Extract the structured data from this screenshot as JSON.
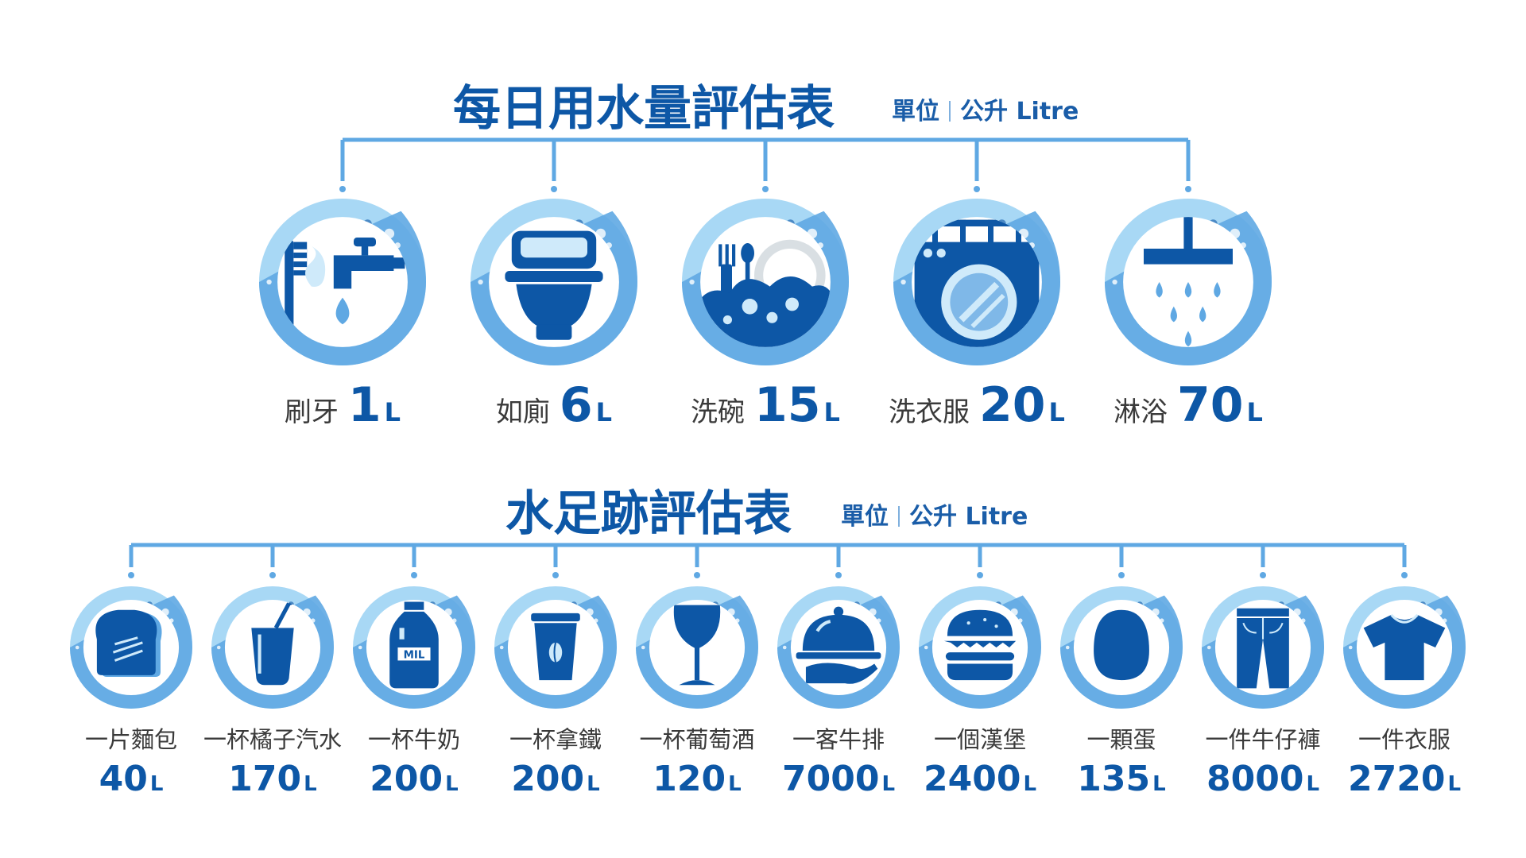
{
  "daily": {
    "title": "每日用水量評估表",
    "unit_label": "單位",
    "unit_value": "公升 Litre",
    "items": [
      {
        "name": "刷牙",
        "value": "1",
        "unit": "L",
        "icon": "toothbrush-faucet-icon"
      },
      {
        "name": "如廁",
        "value": "6",
        "unit": "L",
        "icon": "toilet-icon"
      },
      {
        "name": "洗碗",
        "value": "15",
        "unit": "L",
        "icon": "dishwashing-icon"
      },
      {
        "name": "洗衣服",
        "value": "20",
        "unit": "L",
        "icon": "washing-machine-icon"
      },
      {
        "name": "淋浴",
        "value": "70",
        "unit": "L",
        "icon": "shower-icon"
      }
    ]
  },
  "footprint": {
    "title": "水足跡評估表",
    "unit_label": "單位",
    "unit_value": "公升 Litre",
    "items": [
      {
        "name": "一片麵包",
        "value": "40",
        "unit": "L",
        "icon": "bread-icon"
      },
      {
        "name": "一杯橘子汽水",
        "value": "170",
        "unit": "L",
        "icon": "soda-cup-icon"
      },
      {
        "name": "一杯牛奶",
        "value": "200",
        "unit": "L",
        "icon": "milk-bottle-icon"
      },
      {
        "name": "一杯拿鐵",
        "value": "200",
        "unit": "L",
        "icon": "coffee-cup-icon"
      },
      {
        "name": "一杯葡萄酒",
        "value": "120",
        "unit": "L",
        "icon": "wine-glass-icon"
      },
      {
        "name": "一客牛排",
        "value": "7000",
        "unit": "L",
        "icon": "cloche-icon"
      },
      {
        "name": "一個漢堡",
        "value": "2400",
        "unit": "L",
        "icon": "burger-icon"
      },
      {
        "name": "一顆蛋",
        "value": "135",
        "unit": "L",
        "icon": "egg-icon"
      },
      {
        "name": "一件牛仔褲",
        "value": "8000",
        "unit": "L",
        "icon": "jeans-icon"
      },
      {
        "name": "一件衣服",
        "value": "2720",
        "unit": "L",
        "icon": "tshirt-icon"
      }
    ]
  },
  "colors": {
    "title_blue": "#0d57a6",
    "ring_outer": "#a8d8f5",
    "ring_mid": "#5fa8e3",
    "icon_blue": "#0d57a6",
    "connector": "#5fa8e3"
  }
}
